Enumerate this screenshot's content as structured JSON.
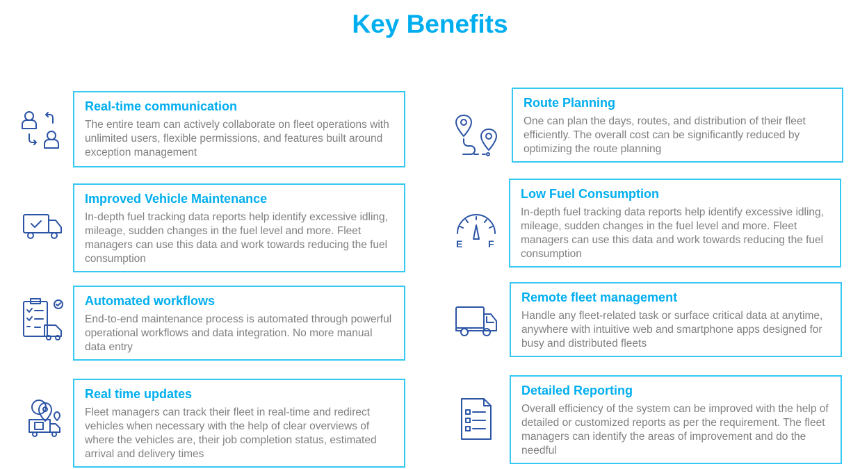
{
  "title": "Key Benefits",
  "left": [
    {
      "title": "Real-time communication",
      "text": "The entire team can actively collaborate on fleet operations with unlimited users, flexible permissions, and features built around exception management",
      "icon": "users-exchange-icon"
    },
    {
      "title": "Improved Vehicle Maintenance",
      "text": "In-depth fuel tracking data reports help identify excessive idling, mileage, sudden changes in the fuel level and more. Fleet managers can use this data and work towards reducing the fuel consumption",
      "icon": "truck-check-icon"
    },
    {
      "title": "Automated workflows",
      "text": "End-to-end maintenance process is automated through powerful operational workflows and data integration. No more manual data entry",
      "icon": "clipboard-truck-icon"
    },
    {
      "title": "Real time updates",
      "text": "Fleet managers can track their fleet in real-time and redirect vehicles when necessary with the help of clear overviews of where the vehicles are, their job completion status, estimated arrival and delivery times",
      "icon": "truck-location-icon"
    }
  ],
  "right": [
    {
      "title": "Route Planning",
      "text": "One can plan the days, routes, and distribution of their fleet efficiently. The overall cost can be significantly reduced by optimizing the route planning",
      "icon": "route-pins-icon"
    },
    {
      "title": "Low Fuel Consumption",
      "text": "In-depth fuel tracking data reports help identify excessive idling, mileage, sudden changes in the fuel level and more. Fleet managers can use this data and work towards reducing the fuel consumption",
      "icon": "fuel-gauge-icon"
    },
    {
      "title": "Remote fleet management",
      "text": "Handle any fleet-related task or surface critical data at anytime, anywhere with intuitive web and smartphone apps designed for busy and distributed fleets",
      "icon": "truck-icon"
    },
    {
      "title": "Detailed Reporting",
      "text": "Overall efficiency of the system can be improved with the help of detailed or customized reports as per the requirement. The fleet managers can identify the areas of improvement and do the needful",
      "icon": "report-checklist-icon"
    }
  ],
  "gauge": {
    "e": "E",
    "f": "F"
  }
}
